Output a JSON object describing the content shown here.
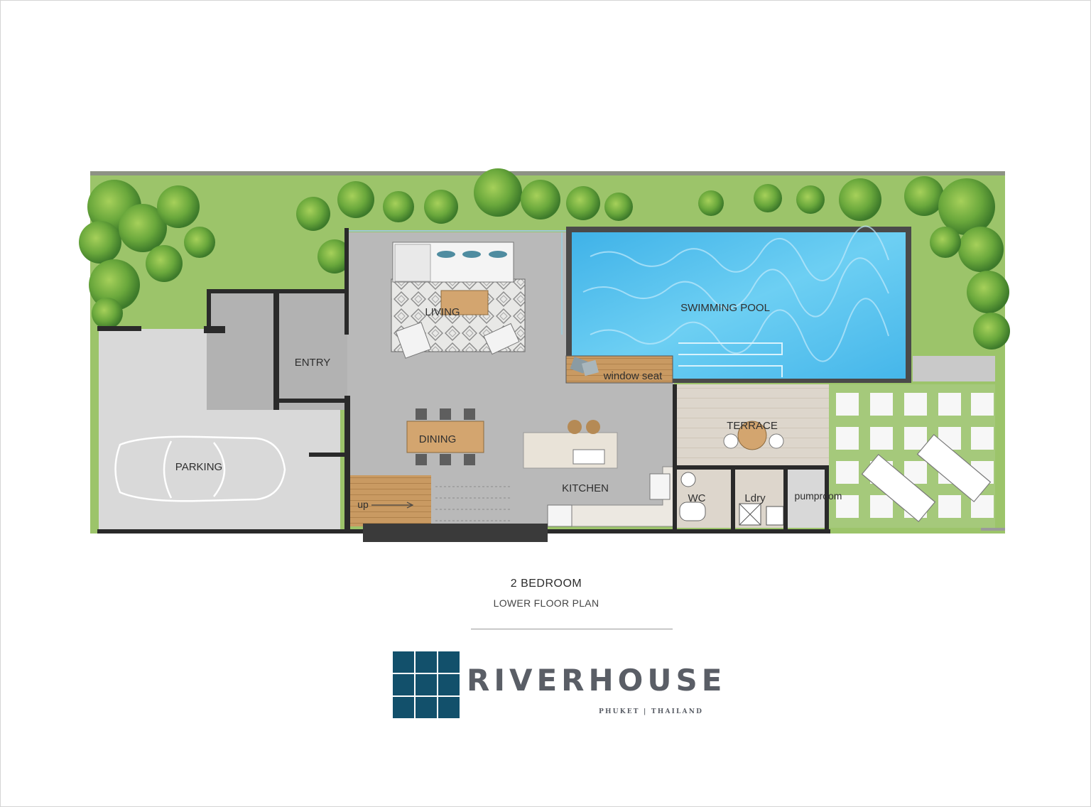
{
  "rooms": {
    "living": "LIVING",
    "swimming_pool": "SWIMMING POOL",
    "entry": "ENTRY",
    "window_seat": "window seat",
    "dining": "DINING",
    "terrace": "TERRACE",
    "parking": "PARKING",
    "kitchen": "KITCHEN",
    "wc": "WC",
    "laundry": "Ldry",
    "pumproom": "pumproom",
    "stairs": "up"
  },
  "title": {
    "heading": "2 BEDROOM",
    "subheading": "LOWER FLOOR PLAN"
  },
  "brand": {
    "name": "RIVERHOUSE",
    "tagline": "PHUKET | THAILAND",
    "logo_color": "#12506b",
    "text_color": "#5a5e66"
  },
  "colors": {
    "lawn": "#9cc46a",
    "pool_water": "#5fc3ee",
    "floor": "#b9b9b9",
    "parking": "#d9d9d9",
    "terrace_deck": "#ddd6cc",
    "wood": "#c79a63",
    "walls": "#2a2a2a"
  }
}
